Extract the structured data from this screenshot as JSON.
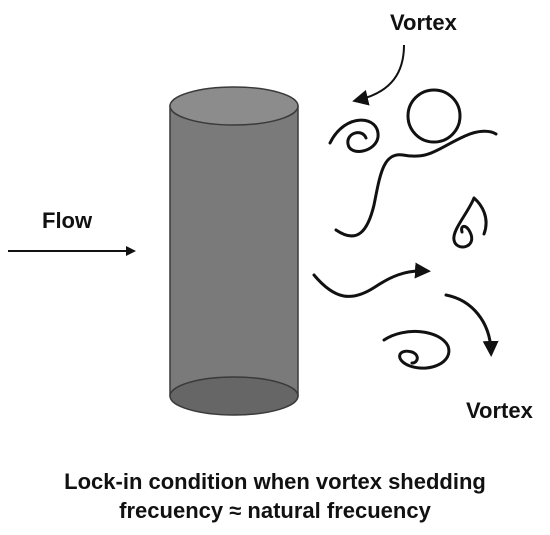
{
  "diagram": {
    "labels": {
      "vortex_top": "Vortex",
      "vortex_bottom": "Vortex",
      "flow": "Flow"
    },
    "caption": {
      "line1": "Lock-in condition when vortex shedding",
      "line2": "frecuency ≈ natural frecuency"
    },
    "colors": {
      "cylinder_body": "#7a7a7a",
      "cylinder_top": "#8c8c8c",
      "cylinder_bottom": "#666666",
      "stroke": "#111111",
      "text": "#111111"
    }
  }
}
